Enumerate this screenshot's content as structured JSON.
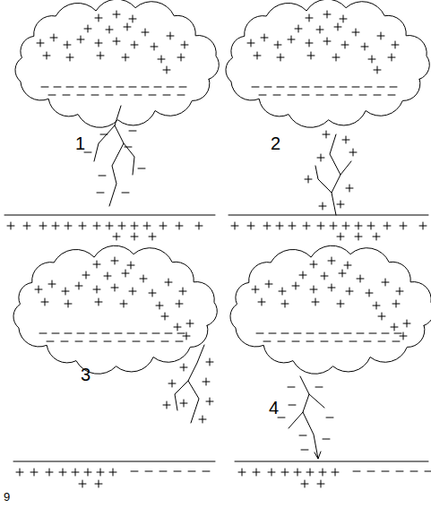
{
  "diagram": {
    "labels": [
      "1",
      "2",
      "3",
      "4",
      "9"
    ]
  }
}
